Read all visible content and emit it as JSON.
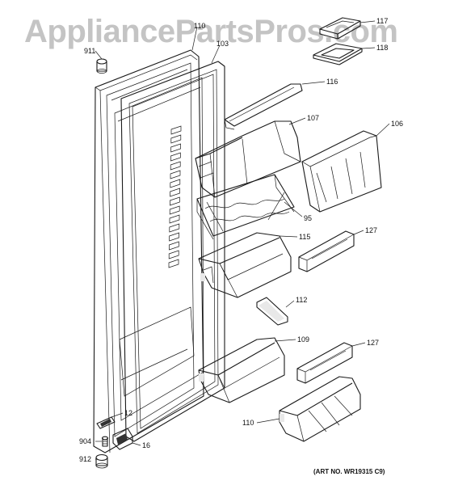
{
  "watermark": "AppliancePartsPros.com",
  "art_number": "(ART NO. WR19315 C9)",
  "callouts": {
    "c911": "911",
    "c110a": "110",
    "c103": "103",
    "c117": "117",
    "c118": "118",
    "c116": "116",
    "c107": "107",
    "c106": "106",
    "c95": "95",
    "c115": "115",
    "c127a": "127",
    "c112": "112",
    "c109": "109",
    "c127b": "127",
    "c12": "12",
    "c904": "904",
    "c16": "16",
    "c912": "912",
    "c110b": "110"
  }
}
